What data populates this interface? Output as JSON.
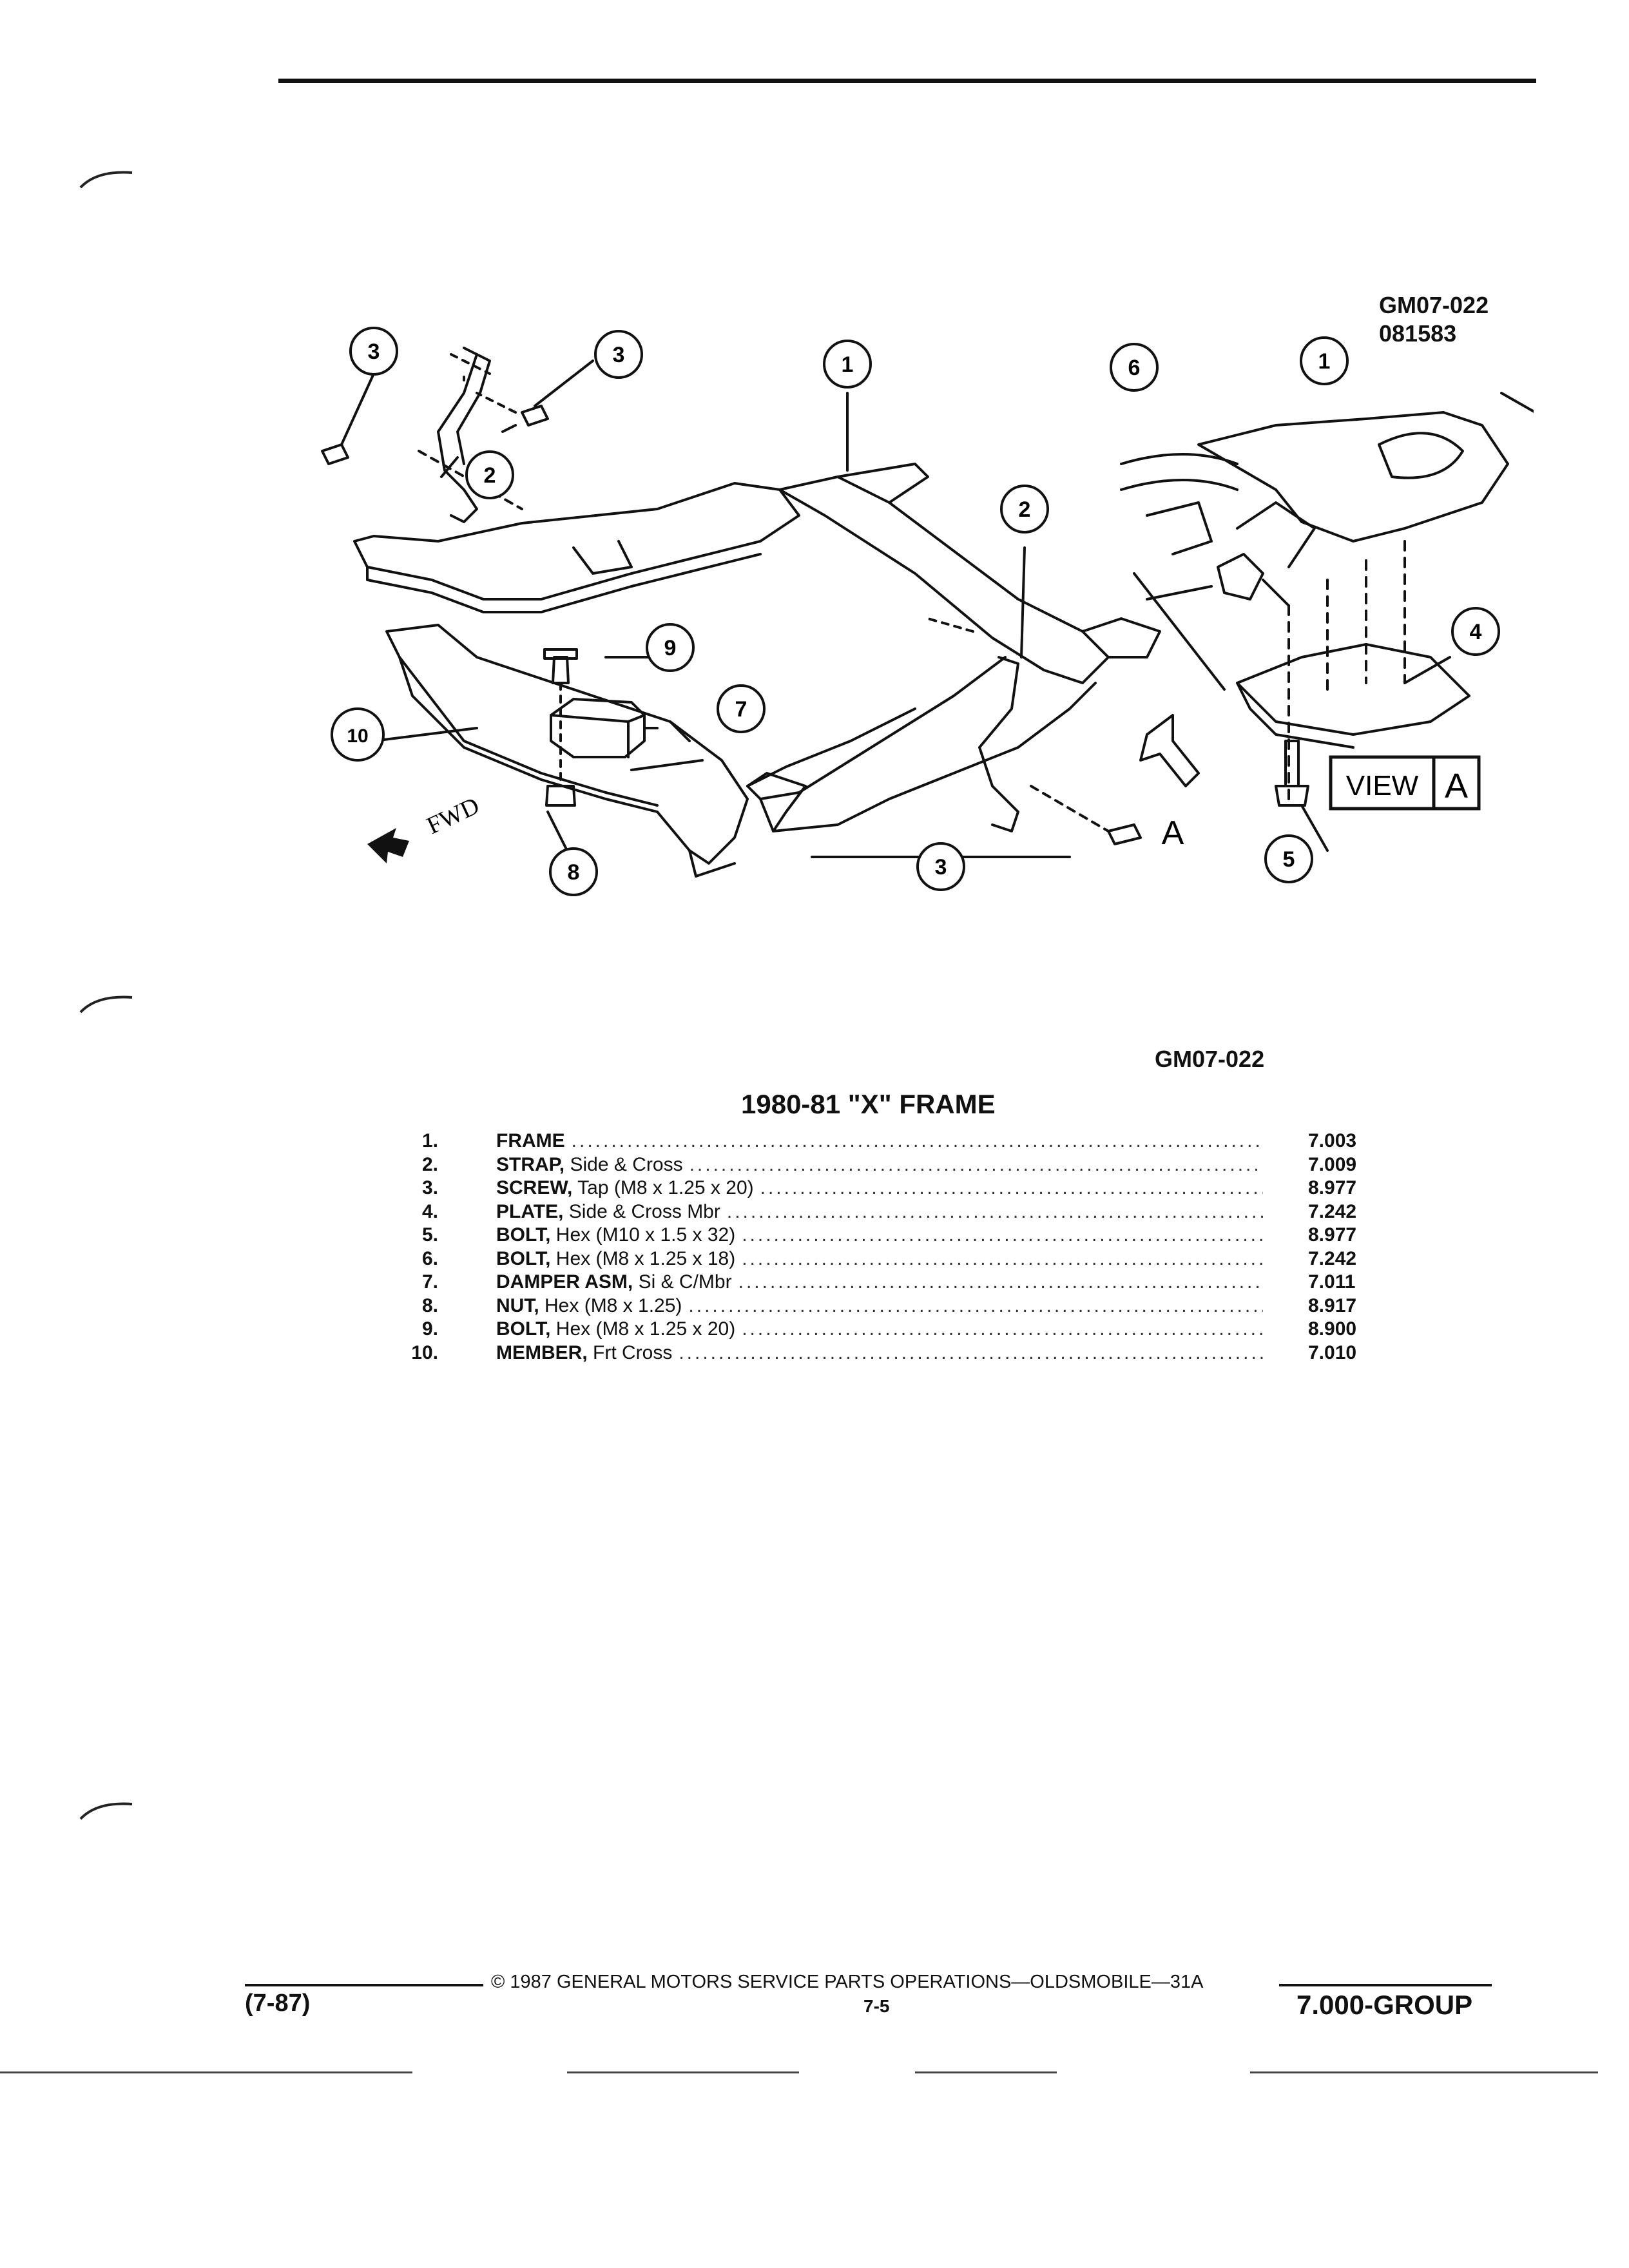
{
  "figure": {
    "code_top": "GM07-022",
    "date_code": "081583",
    "code_bottom": "GM07-022",
    "callouts": [
      "1",
      "2",
      "3",
      "4",
      "5",
      "6",
      "7",
      "8",
      "9",
      "10"
    ],
    "direction_label": "FWD",
    "view_letter": "A",
    "view_label": "VIEW",
    "view_box_letter": "A"
  },
  "parts": {
    "title": "1980-81 \"X\" FRAME",
    "items": [
      {
        "num": "1.",
        "name": "FRAME",
        "detail": "",
        "group": "7.003"
      },
      {
        "num": "2.",
        "name": "STRAP,",
        "detail": "Side & Cross",
        "group": "7.009"
      },
      {
        "num": "3.",
        "name": "SCREW,",
        "detail": "Tap (M8 x 1.25 x 20)",
        "group": "8.977"
      },
      {
        "num": "4.",
        "name": "PLATE,",
        "detail": "Side & Cross Mbr",
        "group": "7.242"
      },
      {
        "num": "5.",
        "name": "BOLT,",
        "detail": "Hex (M10 x 1.5 x 32)",
        "group": "8.977"
      },
      {
        "num": "6.",
        "name": "BOLT,",
        "detail": "Hex (M8 x 1.25 x 18)",
        "group": "7.242"
      },
      {
        "num": "7.",
        "name": "DAMPER ASM,",
        "detail": "Si & C/Mbr",
        "group": "7.011"
      },
      {
        "num": "8.",
        "name": "NUT,",
        "detail": "Hex (M8 x 1.25)",
        "group": "8.917"
      },
      {
        "num": "9.",
        "name": "BOLT,",
        "detail": "Hex (M8 x 1.25 x 20)",
        "group": "8.900"
      },
      {
        "num": "10.",
        "name": "MEMBER,",
        "detail": "Frt Cross",
        "group": "7.010"
      }
    ]
  },
  "footer": {
    "copyright": "© 1987 GENERAL MOTORS SERVICE PARTS OPERATIONS—OLDSMOBILE—31A",
    "date": "(7-87)",
    "page": "7-5",
    "group": "7.000-GROUP"
  }
}
